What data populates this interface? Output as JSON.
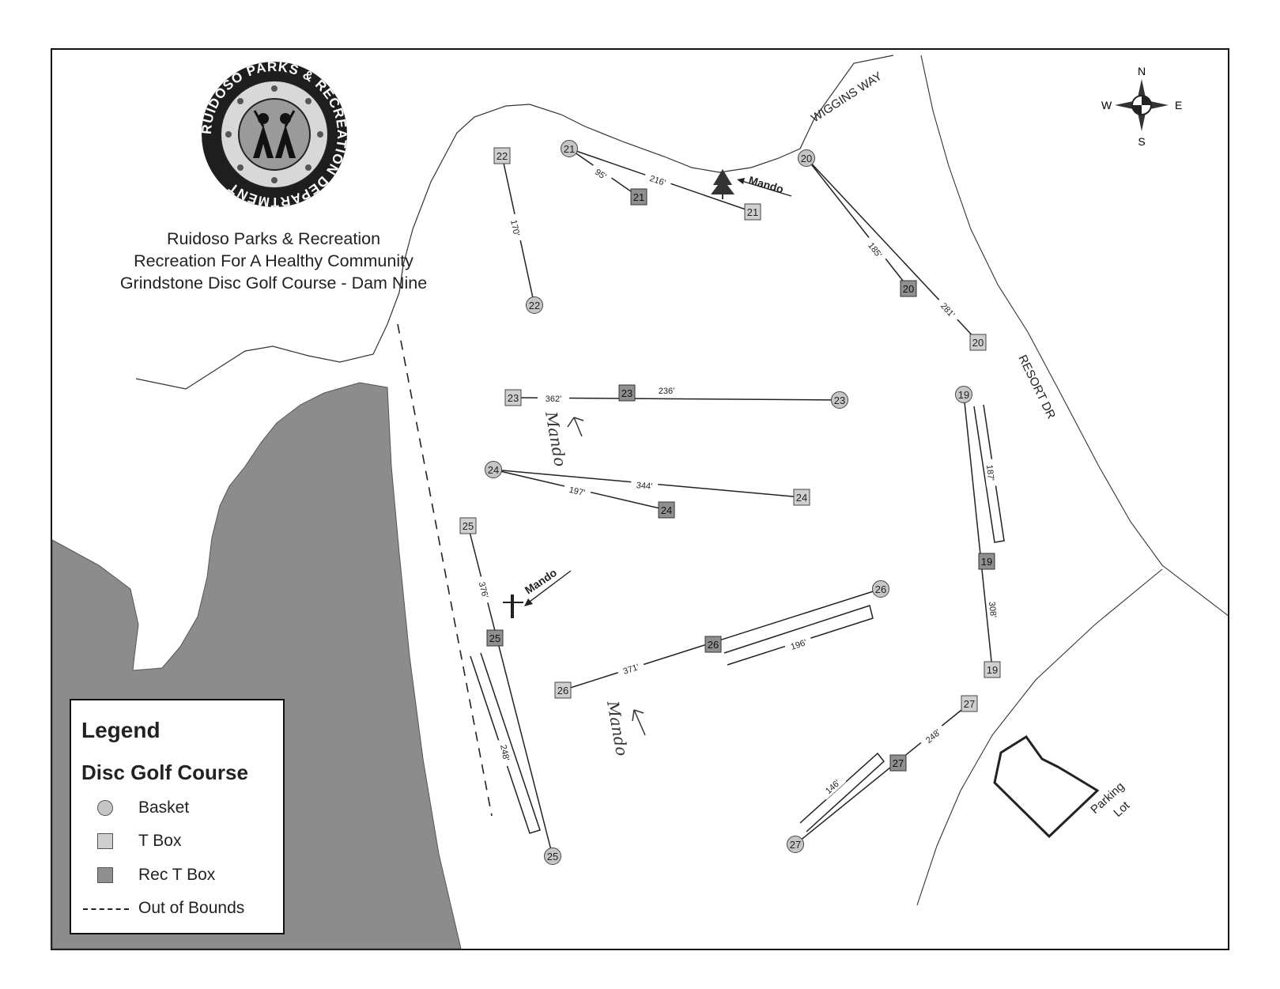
{
  "header": {
    "line1": "Ruidoso Parks & Recreation",
    "line2": "Recreation For A Healthy Community",
    "line3": "Grindstone Disc Golf Course - Dam Nine"
  },
  "logo": {
    "ring_text": "RUIDOSO PARKS & RECREATION DEPARTMENT"
  },
  "compass": {
    "n": "N",
    "s": "S",
    "e": "E",
    "w": "W"
  },
  "streets": {
    "wiggins": "WIGGINS WAY",
    "resort": "RESORT DR"
  },
  "parking": {
    "line1": "Parking",
    "line2": "Lot"
  },
  "holes": [
    {
      "hole": "19",
      "basket": "19",
      "tbox": "19",
      "rec": "19",
      "d1": "308'",
      "d2": "187'"
    },
    {
      "hole": "20",
      "basket": "20",
      "tbox": "20",
      "rec": "20",
      "d1": "281'",
      "d2": "185'"
    },
    {
      "hole": "21",
      "basket": "21",
      "tbox": "21",
      "rec": "21",
      "d1": "216'",
      "d2": "95'"
    },
    {
      "hole": "22",
      "basket": "22",
      "tbox": "22",
      "d1": "170'"
    },
    {
      "hole": "23",
      "basket": "23",
      "tbox": "23",
      "rec": "23",
      "d1": "362'",
      "d2": "236'"
    },
    {
      "hole": "24",
      "basket": "24",
      "tbox": "24",
      "rec": "24",
      "d1": "344'",
      "d2": "197'"
    },
    {
      "hole": "25",
      "basket": "25",
      "tbox": "25",
      "rec": "25",
      "d1": "376'",
      "d2": "248'"
    },
    {
      "hole": "26",
      "basket": "26",
      "tbox": "26",
      "rec": "26",
      "d1": "371'",
      "d2": "196'"
    },
    {
      "hole": "27",
      "basket": "27",
      "tbox": "27",
      "rec": "27",
      "d1": "248'",
      "d2": "146'"
    }
  ],
  "mando": {
    "printed": "Mando",
    "handwritten": "Mando"
  },
  "legend": {
    "title": "Legend",
    "subtitle": "Disc Golf Course",
    "items": [
      {
        "label": "Basket",
        "kind": "basket"
      },
      {
        "label": "T Box",
        "kind": "tbox"
      },
      {
        "label": "Rec T Box",
        "kind": "rec"
      },
      {
        "label": "Out of Bounds",
        "kind": "oob"
      }
    ]
  },
  "colors": {
    "water": "#8c8c8c",
    "basket": "#c6c6c6",
    "tbox": "#cfcfcf",
    "rec_tbox": "#8f8f8f",
    "line": "#222222"
  }
}
